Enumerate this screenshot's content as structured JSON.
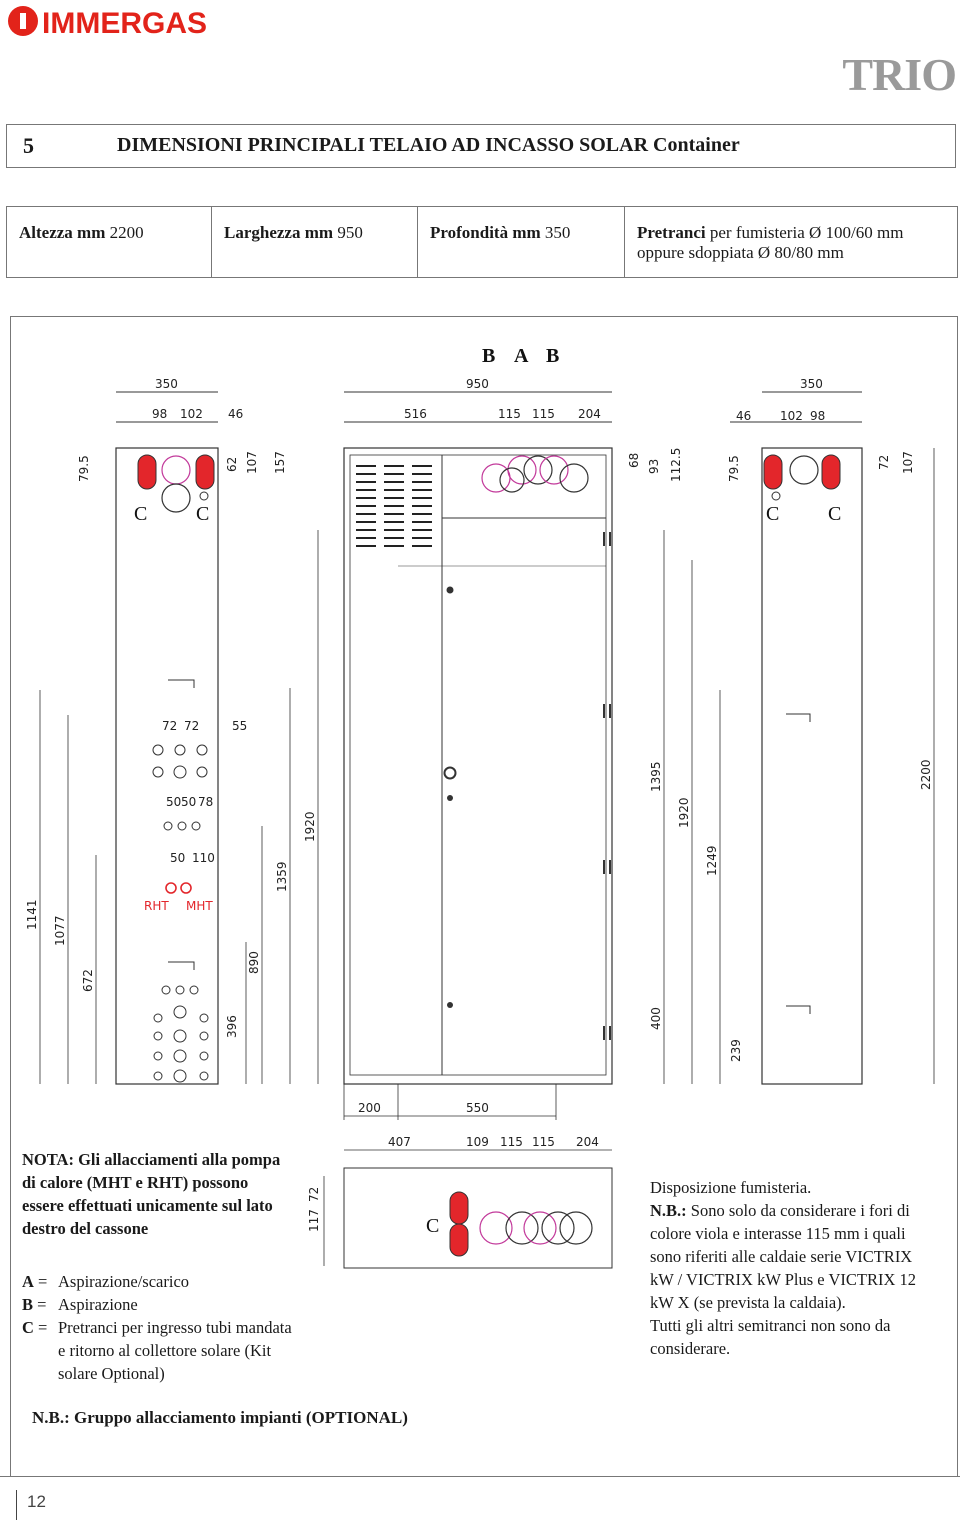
{
  "brand": {
    "name": "IMMERGAS",
    "color": "#e2231a"
  },
  "product": "TRIO",
  "section": {
    "number": "5",
    "title": "DIMENSIONI PRINCIPALI TELAIO AD INCASSO SOLAR Container"
  },
  "specs": [
    {
      "label": "Altezza mm",
      "value": "2200"
    },
    {
      "label": "Larghezza mm",
      "value": "950"
    },
    {
      "label": "Profondità mm",
      "value": "350"
    },
    {
      "label": "Pretranci",
      "value": "per fumisteria Ø 100/60 mm oppure sdoppiata Ø 80/80 mm"
    }
  ],
  "drawing": {
    "header_letters": [
      "B",
      "A",
      "B"
    ],
    "top_dims": {
      "left": "350",
      "center": "950",
      "right": "350"
    },
    "left_top_dims": [
      "98",
      "102",
      "46"
    ],
    "center_top_dims": [
      "516",
      "115",
      "115",
      "204"
    ],
    "right_top_dims": [
      "46",
      "102",
      "98"
    ],
    "left_vertical_top": [
      "79.5",
      "62",
      "107",
      "157"
    ],
    "center_vertical_top": [
      "68",
      "93",
      "112.5"
    ],
    "right_vertical_top": [
      "79.5",
      "72",
      "107"
    ],
    "letter_c": "C",
    "left_mid_dims": [
      "72",
      "72",
      "55"
    ],
    "left_mid_dims2": [
      "50",
      "50",
      "78"
    ],
    "left_mid_dims3": [
      "50",
      "110"
    ],
    "rht": "RHT",
    "mht": "MHT",
    "left_vertical": [
      "1141",
      "1077",
      "672",
      "396",
      "890",
      "1359",
      "1920"
    ],
    "center_vertical": [
      "1395",
      "400"
    ],
    "right_vertical": [
      "1920",
      "1249",
      "239",
      "2200"
    ],
    "bottom_dims": [
      "200",
      "550"
    ],
    "detail_dims": [
      "407",
      "109",
      "115",
      "115",
      "204"
    ],
    "detail_vertical": [
      "117",
      "72"
    ]
  },
  "nota": {
    "lead": "NOTA:",
    "text": "Gli allacciamenti alla pompa di calore (MHT e RHT) possono essere effettuati unicamente sul lato destro del cassone"
  },
  "legend": [
    {
      "key": "A",
      "text": "Aspirazione/scarico"
    },
    {
      "key": "B",
      "text": "Aspirazione"
    },
    {
      "key": "C",
      "text": "Pretranci per ingresso tubi mandata e ritorno al collettore solare (Kit solare Optional)"
    }
  ],
  "right_note": {
    "line1": "Disposizione fumisteria.",
    "nb": "N.B.:",
    "text": "Sono solo da considerare i fori di colore viola e interasse 115 mm i quali sono riferiti alle caldaie serie VICTRIX kW / VICTRIX kW Plus e VICTRIX 12 kW X (se prevista la caldaia).",
    "text2": "Tutti gli altri semitranci non sono da considerare."
  },
  "bottom_note": "N.B.: Gruppo allacciamento impianti (OPTIONAL)",
  "page_number": "12",
  "colors": {
    "red": "#e3262b",
    "violet": "#c2399a",
    "line": "#333333"
  }
}
